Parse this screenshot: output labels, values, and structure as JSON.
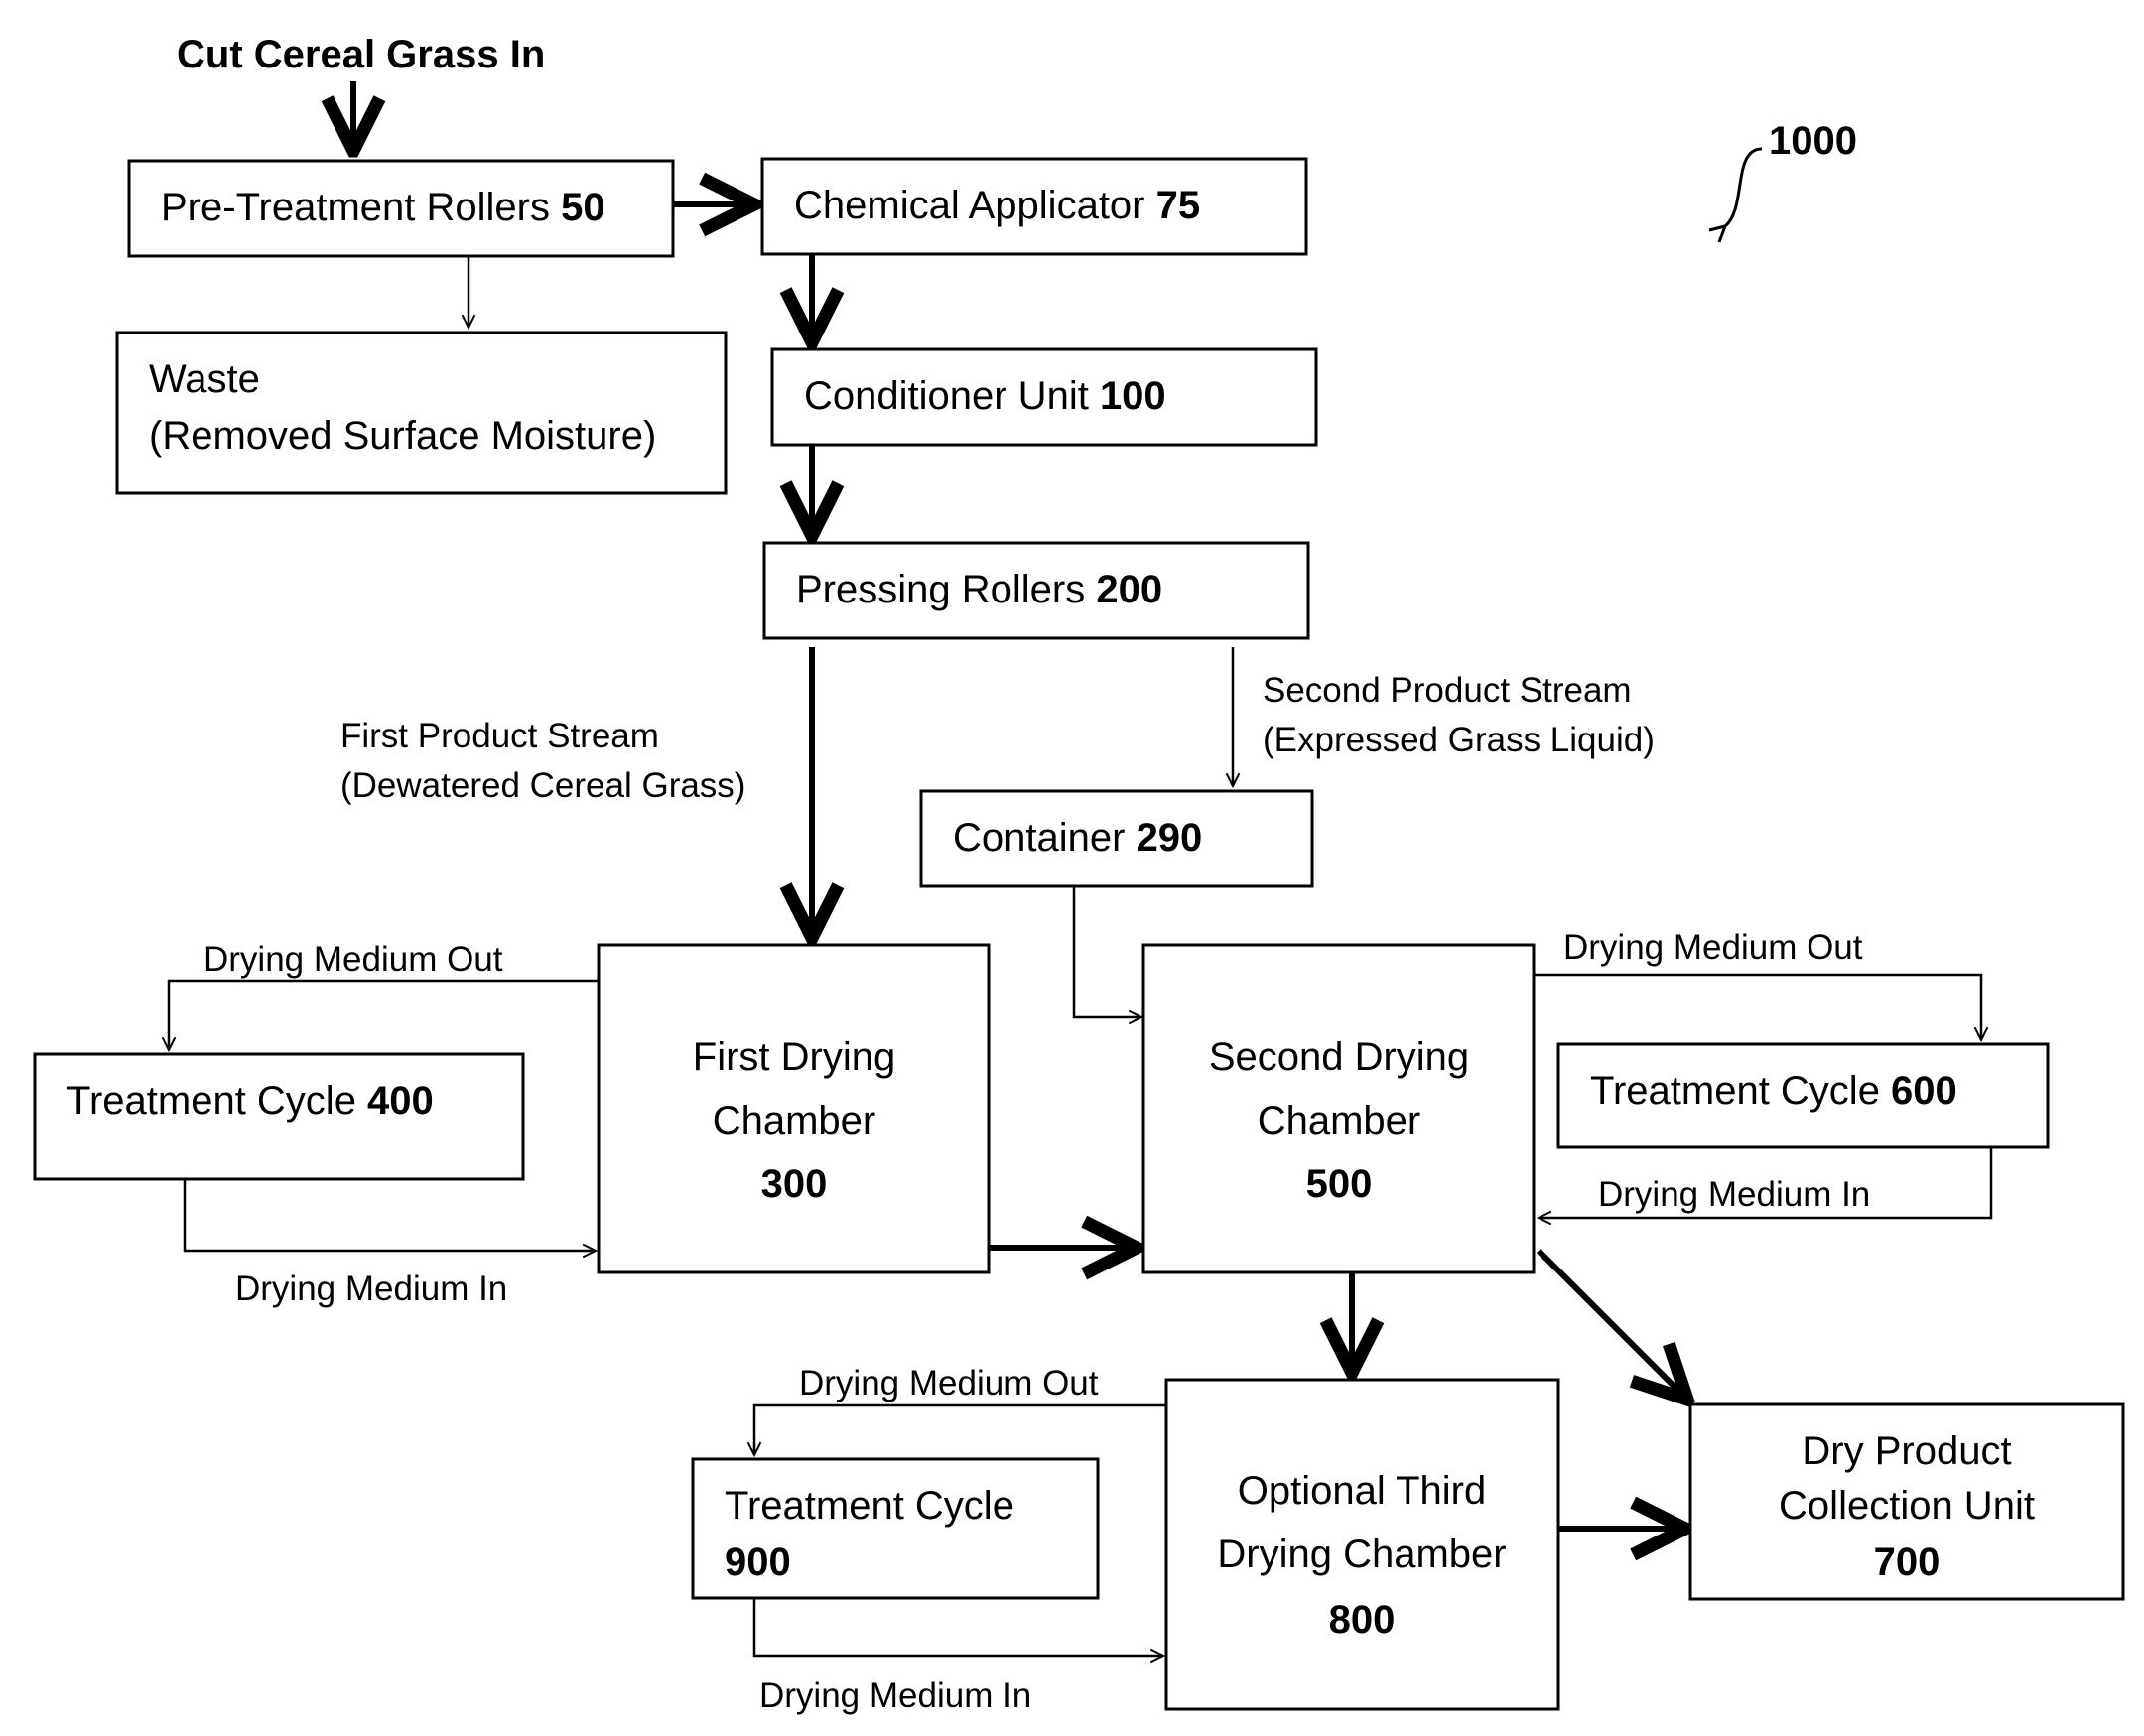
{
  "title_in": "Cut Cereal Grass In",
  "figure_ref": "1000",
  "nodes": {
    "pretreatment": {
      "label": "Pre-Treatment Rollers ",
      "num": "50"
    },
    "chemical": {
      "label": "Chemical Applicator ",
      "num": "75"
    },
    "waste": {
      "line1": "Waste",
      "line2": "(Removed Surface Moisture)"
    },
    "conditioner": {
      "label": "Conditioner Unit ",
      "num": "100"
    },
    "pressing": {
      "label": "Pressing Rollers ",
      "num": "200"
    },
    "container": {
      "label": "Container ",
      "num": "290"
    },
    "first_drying": {
      "line1": "First Drying",
      "line2": "Chamber",
      "num": "300"
    },
    "second_drying": {
      "line1": "Second Drying",
      "line2": "Chamber",
      "num": "500"
    },
    "treatment400": {
      "label": "Treatment Cycle ",
      "num": "400"
    },
    "treatment600": {
      "label": "Treatment Cycle ",
      "num": "600"
    },
    "treatment900": {
      "line1": "Treatment Cycle",
      "num": "900"
    },
    "third_drying": {
      "line1": "Optional Third",
      "line2": "Drying Chamber",
      "num": "800"
    },
    "collection": {
      "line1": "Dry Product",
      "line2": "Collection Unit",
      "num": "700"
    }
  },
  "streams": {
    "first_product_1": "First Product Stream",
    "first_product_2": "(Dewatered Cereal Grass)",
    "second_product_1": "Second Product Stream",
    "second_product_2": "(Expressed Grass Liquid)"
  },
  "medium_labels": {
    "out_400": "Drying Medium Out",
    "in_400": "Drying Medium In",
    "out_600": "Drying Medium Out",
    "in_600": "Drying Medium In",
    "out_900": "Drying Medium Out",
    "in_900": "Drying Medium In"
  }
}
